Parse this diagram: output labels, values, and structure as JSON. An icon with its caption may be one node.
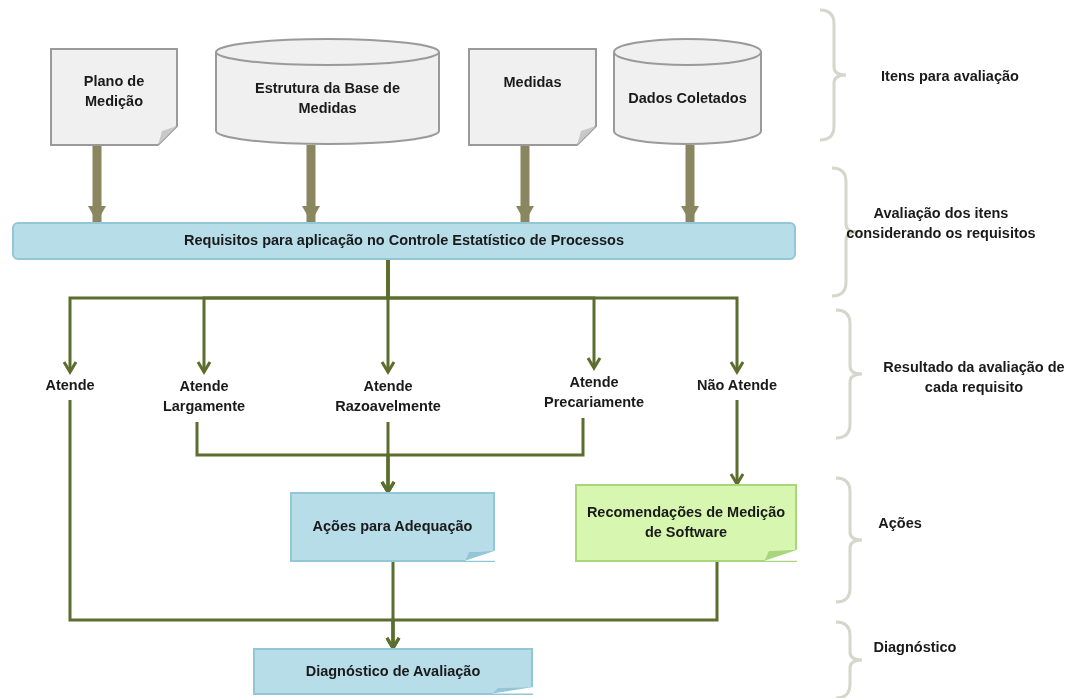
{
  "diagram": {
    "nodes": [
      {
        "text": [
          "Plano de Medição"
        ]
      },
      {
        "text": [
          "Estrutura da Base de Medidas"
        ]
      },
      {
        "text": [
          "Medidas"
        ]
      },
      {
        "text": [
          "Dados Coletados"
        ]
      },
      {
        "text": [
          "Requisitos para aplicação no Controle Estatístico de Processos"
        ]
      },
      {
        "text": [
          "Atende"
        ]
      },
      {
        "text": [
          "Atende Largamente"
        ]
      },
      {
        "text": [
          "Atende Razoavelmente"
        ]
      },
      {
        "text": [
          "Atende Precariamente"
        ]
      },
      {
        "text": [
          "Não Atende"
        ]
      },
      {
        "text": [
          "Ações para Adequação"
        ]
      },
      {
        "text": [
          "Recomendações de Medição de Software"
        ]
      },
      {
        "text": [
          "Diagnóstico de Avaliação"
        ]
      }
    ],
    "edges": [
      {
        "from": 0,
        "to": 4,
        "arrow": "to",
        "style": "thick",
        "color": "#8a8760"
      },
      {
        "from": 1,
        "to": 4,
        "arrow": "to",
        "style": "thick",
        "color": "#8a8760"
      },
      {
        "from": 2,
        "to": 4,
        "arrow": "to",
        "style": "thick",
        "color": "#8a8760"
      },
      {
        "from": 3,
        "to": 4,
        "arrow": "to",
        "style": "thick",
        "color": "#8a8760"
      },
      {
        "from": 4,
        "to": 5,
        "arrow": "to"
      },
      {
        "from": 4,
        "to": 6,
        "arrow": "to"
      },
      {
        "from": 4,
        "to": 7,
        "arrow": "to"
      },
      {
        "from": 4,
        "to": 8,
        "arrow": "to"
      },
      {
        "from": 4,
        "to": 9,
        "arrow": "to"
      },
      {
        "from": 6,
        "to": 10,
        "arrow": "to"
      },
      {
        "from": 7,
        "to": 10,
        "arrow": "to"
      },
      {
        "from": 8,
        "to": 10,
        "arrow": "to"
      },
      {
        "from": 9,
        "to": 11,
        "arrow": "to"
      },
      {
        "from": 5,
        "to": 12,
        "arrow": "to"
      },
      {
        "from": 10,
        "to": 12,
        "arrow": "to"
      },
      {
        "from": 11,
        "to": 12,
        "arrow": "to"
      }
    ],
    "labels": [
      "Itens para avaliação",
      "Avaliação dos itens considerando os requisitos",
      "Resultado da avaliação de cada requisito",
      "Ações",
      "Diagnóstico"
    ]
  }
}
